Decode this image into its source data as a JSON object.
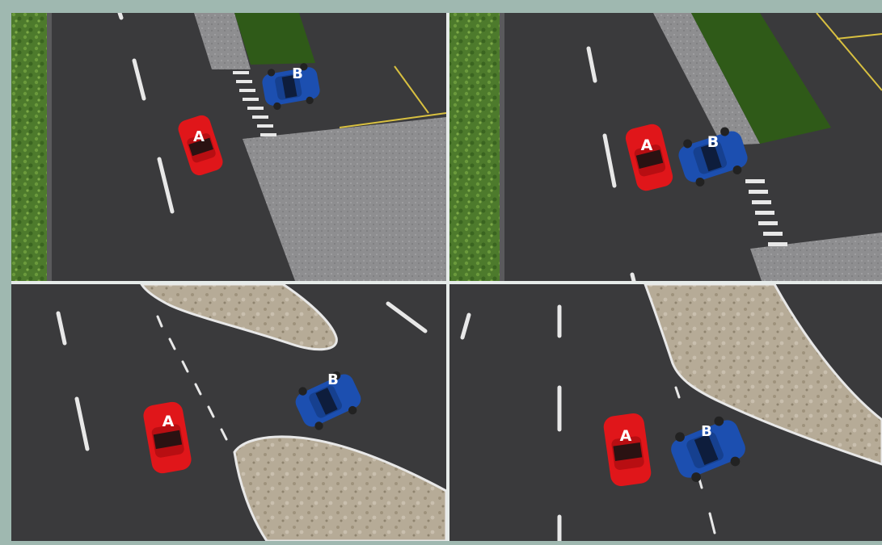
{
  "colors": {
    "frame": "#9fb8b0",
    "asphalt": "#3a3a3c",
    "grass": "#4d7a2c",
    "lawn": "#2f5a18",
    "sidewalk": "#8e8e90",
    "island": "#b6ab97",
    "marking": "#e8e8e8",
    "parkingLine": "#d8c040",
    "carA": "#e0161a",
    "carB": "#1c4fb0"
  },
  "panels": [
    {
      "id": "top-left",
      "car_a_label": "A",
      "car_b_label": "B"
    },
    {
      "id": "top-right",
      "car_a_label": "A",
      "car_b_label": "B"
    },
    {
      "id": "bottom-left",
      "car_a_label": "A",
      "car_b_label": "B"
    },
    {
      "id": "bottom-right",
      "car_a_label": "A",
      "car_b_label": "B"
    }
  ]
}
